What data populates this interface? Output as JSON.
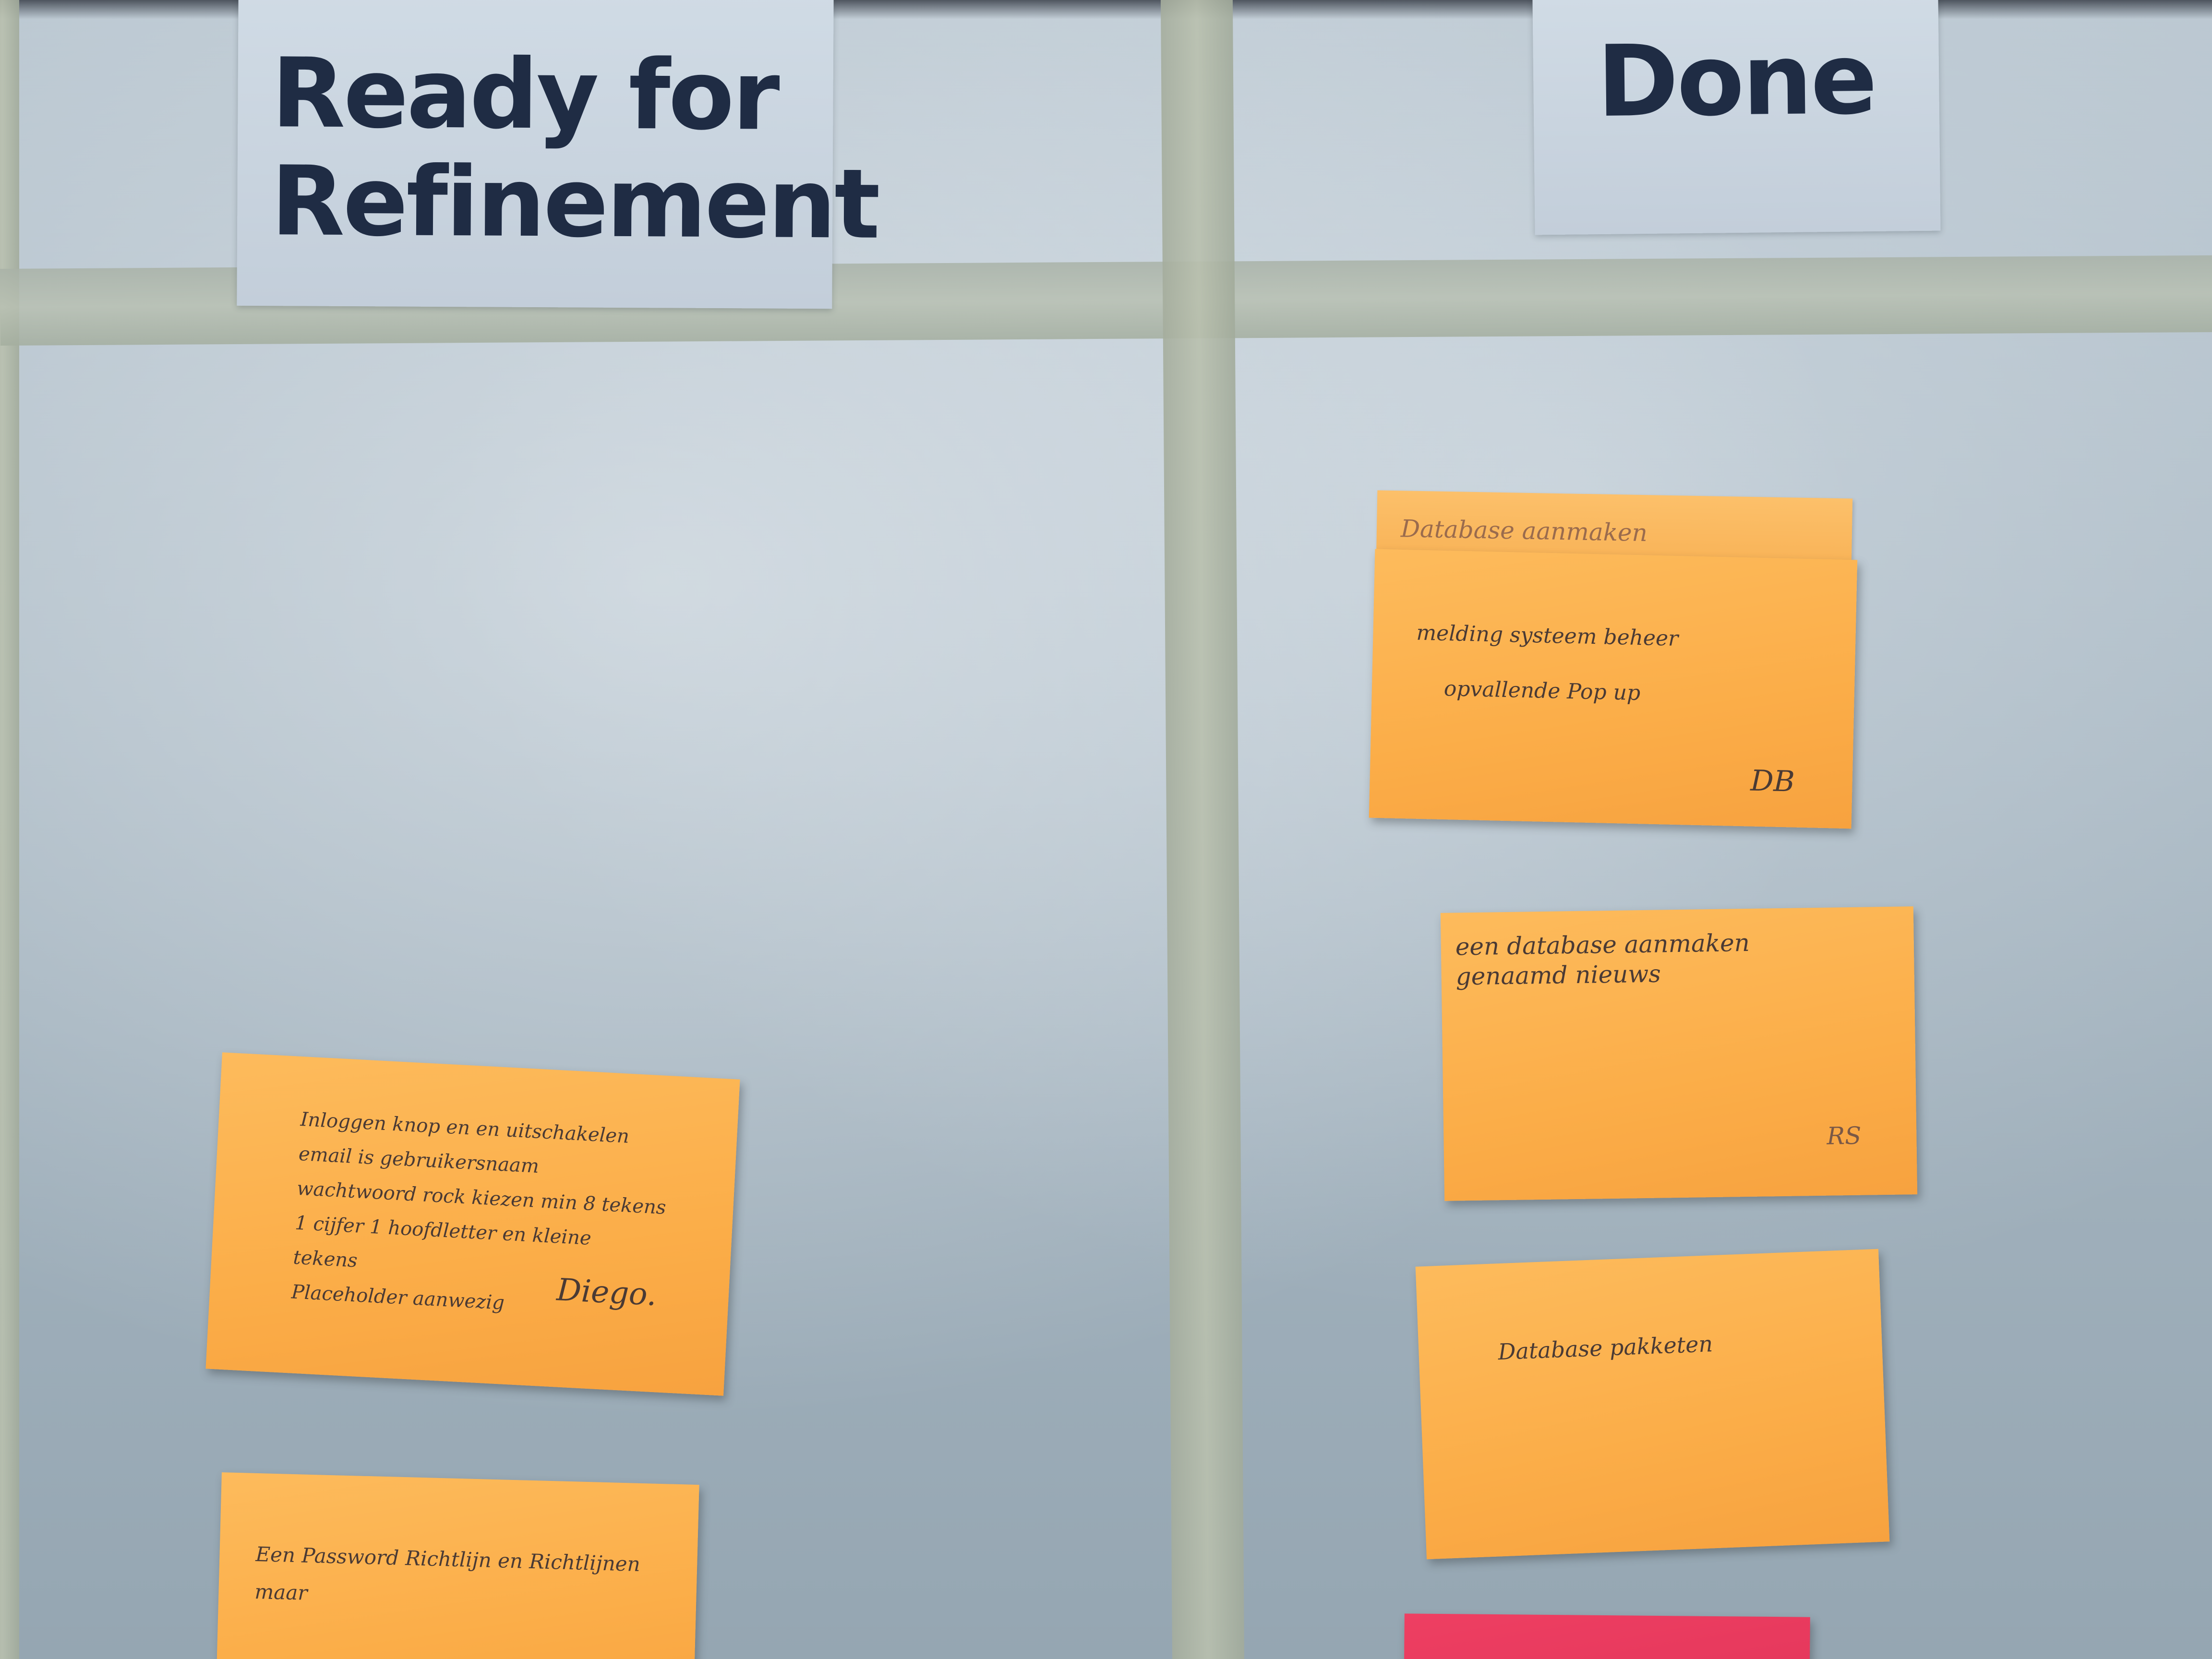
{
  "columns": {
    "ready": {
      "title_line1": "Ready for",
      "title_line2": "Refinement"
    },
    "done": {
      "title": "Done"
    }
  },
  "notes": {
    "login": {
      "lines": [
        "Inloggen knop en en uitschakelen",
        "email is gebruikersnaam",
        "wachtwoord rock kiezen min 8 tekens",
        "1 cijfer 1 hoofdletter en kleine",
        "tekens",
        "Placeholder aanwezig"
      ],
      "signature": "Diego."
    },
    "password": {
      "lines": [
        "Een Password Richtlijn en Richtlijnen",
        "maar"
      ]
    },
    "database_tab": {
      "text": "Database aanmaken"
    },
    "melding": {
      "lines": [
        "melding systeem beheer",
        "opvallende Pop up"
      ],
      "signature": "DB"
    },
    "nieuws": {
      "lines": [
        "een database aanmaken",
        "genaamd nieuws"
      ],
      "signature": "RS"
    },
    "pakketten": {
      "text": "Database pakketen"
    }
  },
  "colors": {
    "wall": "#a9b8c3",
    "tape": "#b3bba9",
    "header_card": "#c9d4df",
    "header_text": "#1f2c44",
    "note_orange": "#fbb04b",
    "note_pink": "#e6385c",
    "ink": "#4a3a34"
  }
}
